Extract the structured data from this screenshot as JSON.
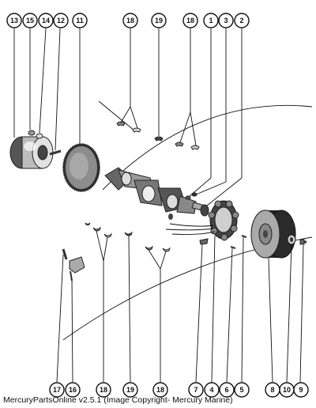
{
  "callouts": {
    "top": [
      "13",
      "15",
      "14",
      "12",
      "11",
      "18",
      "19",
      "18",
      "1",
      "3",
      "2"
    ],
    "bottom": [
      "17",
      "16",
      "18",
      "19",
      "18",
      "7",
      "4",
      "6",
      "5",
      "8",
      "10",
      "9"
    ]
  },
  "caption": "MercuryPartsOnline v2.5.1 (Image Copyright- Mercury Marine)"
}
